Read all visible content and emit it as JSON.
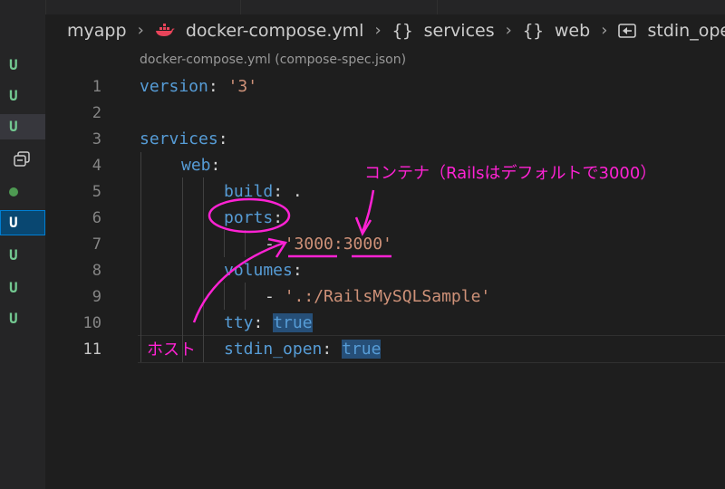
{
  "breadcrumb": {
    "root": "myapp",
    "file": "docker-compose.yml",
    "path": [
      "services",
      "web",
      "stdin_open"
    ]
  },
  "codelens": "docker-compose.yml (compose-spec.json)",
  "line_numbers": [
    "1",
    "2",
    "3",
    "4",
    "5",
    "6",
    "7",
    "8",
    "9",
    "10",
    "11"
  ],
  "git_status": [
    "U",
    "U",
    "U",
    "U",
    "U",
    "U",
    "U"
  ],
  "code": {
    "version_key": "version",
    "version_val": "'3'",
    "services_key": "services",
    "web_key": "web",
    "build_key": "build",
    "build_val": ".",
    "ports_key": "ports",
    "ports_item": "'3000:3000'",
    "volumes_key": "volumes",
    "volumes_item": "'.:/RailsMySQLSample'",
    "tty_key": "tty",
    "tty_val": "true",
    "stdin_key": "stdin_open",
    "stdin_val": "true"
  },
  "annotations": {
    "container_note": "コンテナ（Railsはデフォルトで3000）",
    "host_note": "ホスト"
  },
  "colors": {
    "background": "#1e1e1e",
    "key": "#569cd6",
    "string": "#ce9178",
    "annotation": "#ff22d4",
    "git_untracked": "#73c991"
  },
  "icons": [
    "docker-whale-icon",
    "braces-icon",
    "field-icon",
    "files-icon",
    "chevron-right-icon"
  ]
}
